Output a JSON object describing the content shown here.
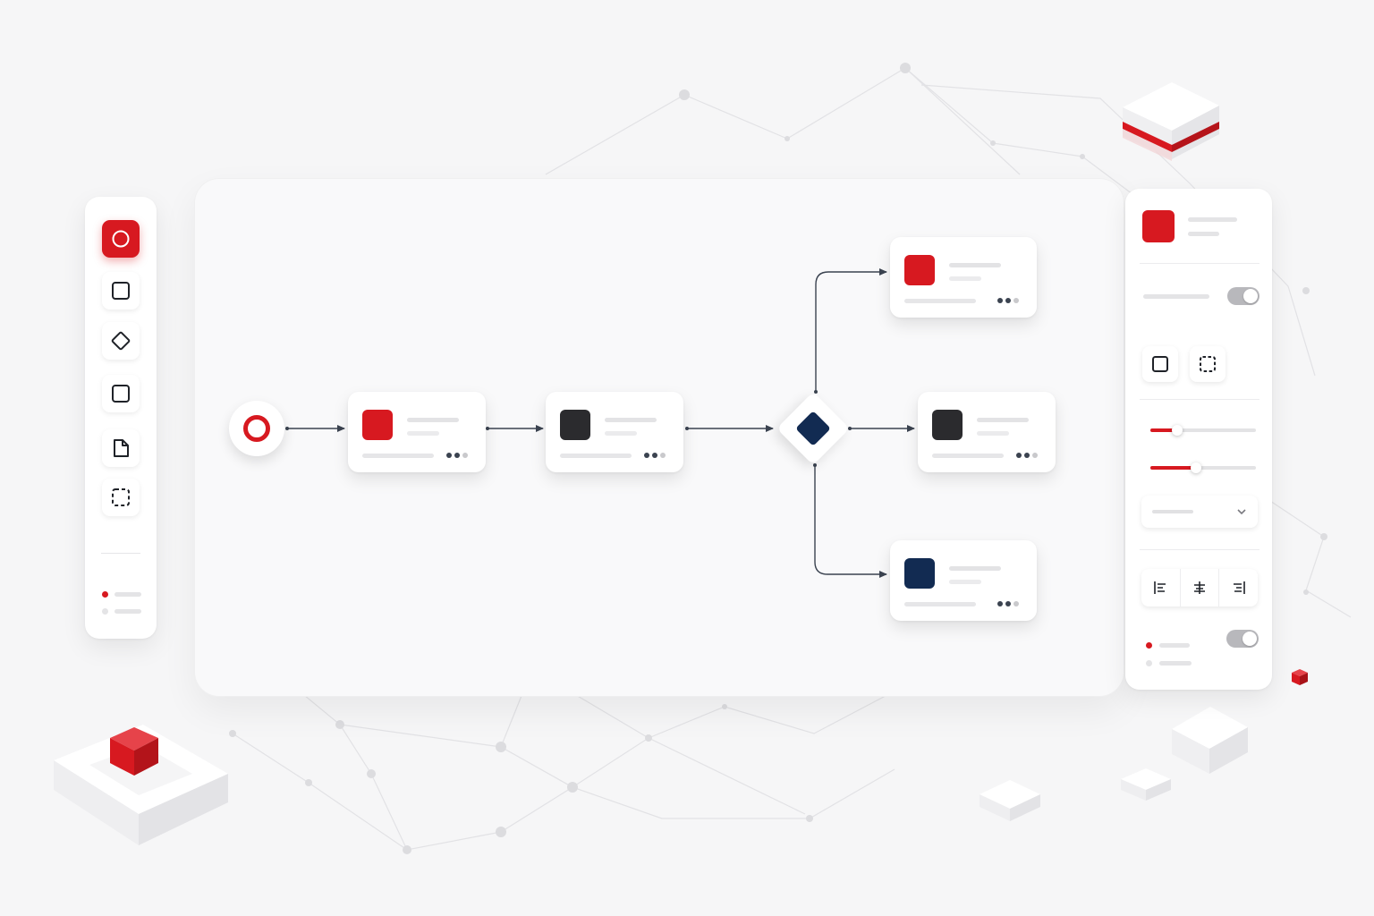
{
  "theme": {
    "accent": "#d71920",
    "dark": "#2b2b2e",
    "navy": "#122b52",
    "connector": "#3b4350",
    "background": "#f6f6f7"
  },
  "toolbar": {
    "tools": [
      {
        "name": "start-event-tool",
        "icon": "circle-icon",
        "active": true
      },
      {
        "name": "task-tool",
        "icon": "rounded-square-icon",
        "active": false
      },
      {
        "name": "gateway-tool",
        "icon": "diamond-icon",
        "active": false
      },
      {
        "name": "subprocess-tool",
        "icon": "square-icon",
        "active": false
      },
      {
        "name": "document-tool",
        "icon": "document-icon",
        "active": false
      },
      {
        "name": "group-tool",
        "icon": "dashed-square-icon",
        "active": false
      }
    ]
  },
  "diagram": {
    "start": {
      "icon": "start-event-ring"
    },
    "nodes": [
      {
        "id": "task-1",
        "color": "#d71920"
      },
      {
        "id": "task-2",
        "color": "#2b2b2e"
      },
      {
        "id": "branch-top",
        "color": "#d71920"
      },
      {
        "id": "branch-middle",
        "color": "#2b2b2e"
      },
      {
        "id": "branch-bottom",
        "color": "#122b52"
      }
    ],
    "gateway": {
      "color": "#122b52",
      "icon": "gateway-diamond"
    }
  },
  "panel": {
    "fill_color": "#d71920",
    "toggle_1_on": true,
    "shape_options": [
      "square-icon",
      "dashed-square-icon"
    ],
    "slider_1_value": 0.25,
    "slider_2_value": 0.43,
    "dropdown_icon": "chevron-down-icon",
    "align_options": [
      "align-left-icon",
      "align-center-icon",
      "align-right-icon"
    ],
    "toggle_2_on": true
  }
}
